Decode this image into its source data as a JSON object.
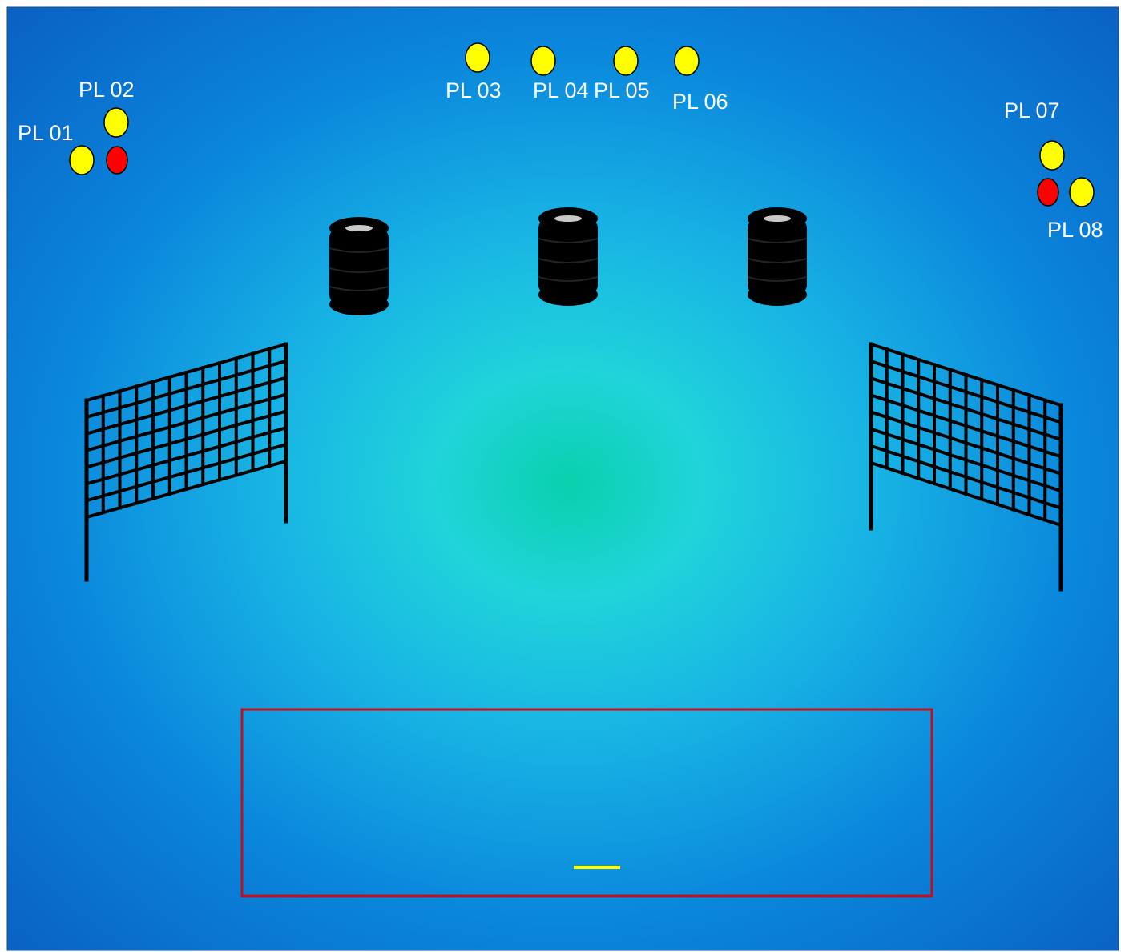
{
  "players": [
    {
      "id": "pl01",
      "label": "PL 01",
      "color": "#ffff00"
    },
    {
      "id": "pl02",
      "label": "PL 02",
      "color": "#ffff00"
    },
    {
      "id": "pl03",
      "label": "PL 03",
      "color": "#ffff00"
    },
    {
      "id": "pl04",
      "label": "PL 04",
      "color": "#ffff00"
    },
    {
      "id": "pl05",
      "label": "PL 05",
      "color": "#ffff00"
    },
    {
      "id": "pl06",
      "label": "PL 06",
      "color": "#ffff00"
    },
    {
      "id": "pl07",
      "label": "PL 07",
      "color": "#ffff00"
    },
    {
      "id": "pl08",
      "label": "PL 08",
      "color": "#ffff00"
    }
  ],
  "markers": {
    "red": "#ff0000",
    "yellow": "#ffff00"
  },
  "colors": {
    "field_outer": "#0a5bbf",
    "field_mid": "#1fb8e6",
    "field_center": "#09d0ad",
    "net": "#000000",
    "tire": "#000000",
    "goal_zone": "#c0101c",
    "line_marker": "#ffff00"
  }
}
